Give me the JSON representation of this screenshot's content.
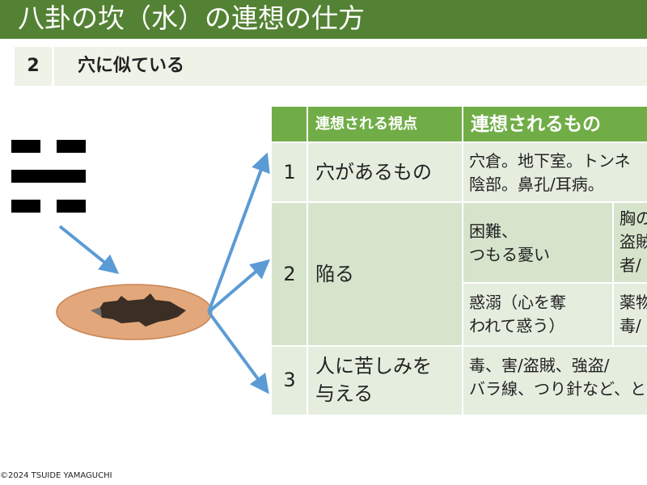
{
  "title": "八卦の坎（水）の連想の仕方",
  "section": {
    "number": "2",
    "text": "穴に似ている"
  },
  "table": {
    "headers": {
      "view": "連想される視点",
      "things": "連想されるもの"
    },
    "rows": [
      {
        "num": "1",
        "view": "穴があるもの",
        "lines": [
          "穴倉。地下室。トンネ",
          "陰部。鼻孔/耳病。"
        ]
      },
      {
        "num": "2",
        "view": "陥る",
        "sub": [
          {
            "left": [
              "困難、",
              "つもる憂い"
            ],
            "right": [
              "胸の",
              "盗賊",
              "者/"
            ]
          },
          {
            "left": [
              "惑溺（心を奪",
              "われて惑う）"
            ],
            "right": [
              "薬物",
              "毒/"
            ]
          }
        ]
      },
      {
        "num": "3",
        "view_lines": [
          "人に苦しみを",
          "与える"
        ],
        "lines": [
          "毒、害/盗賊、強盗/",
          "バラ線、つり針など、と"
        ]
      }
    ]
  },
  "icons": {
    "trigram": "kan-trigram-icon",
    "pit": "pit-icon"
  },
  "colors": {
    "title_bar": "#548235",
    "header": "#70ad47",
    "arrow": "#5b9bd5",
    "pit_outer": "#e2a77a"
  },
  "footer": "©2024 TSUIDE YAMAGUCHI"
}
